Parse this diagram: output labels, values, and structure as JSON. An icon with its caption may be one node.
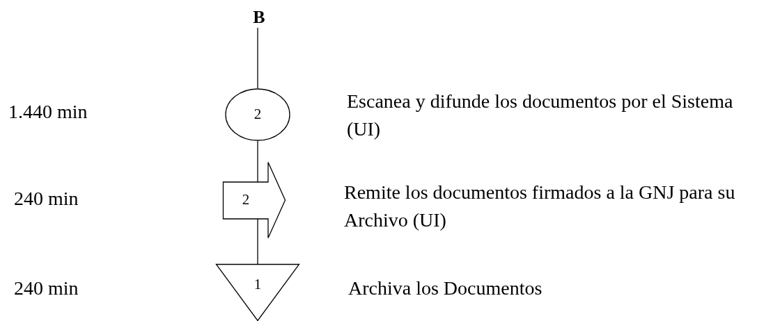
{
  "diagram": {
    "nodes": [
      {
        "text": [
          "B"
        ]
      },
      {
        "text": [
          "2"
        ]
      },
      {
        "text": [
          "2"
        ]
      },
      {
        "text": [
          "1"
        ]
      }
    ],
    "edges": [
      {
        "from": 0,
        "to": 1,
        "arrow": "none"
      },
      {
        "from": 1,
        "to": 2,
        "arrow": "none"
      },
      {
        "from": 2,
        "to": 3,
        "arrow": "none"
      }
    ],
    "labels": [
      "1.440 min",
      "Escanea y difunde los documentos por el Sistema (UI)",
      "240 min",
      "Remite los documentos firmados a la GNJ para su Archivo (UI)",
      "240 min",
      "Archiva los Documentos"
    ]
  }
}
